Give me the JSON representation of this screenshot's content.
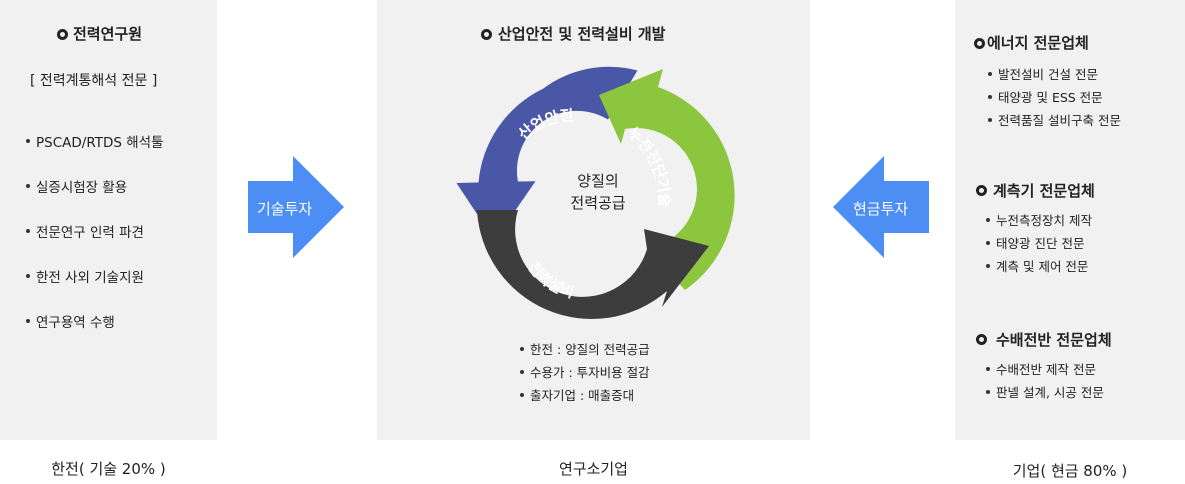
{
  "left": {
    "title": "전력연구원",
    "subtitle": "[ 전력계통해석 전문 ]",
    "items": [
      "PSCAD/RTDS 해석툴",
      "실증시험장 활용",
      "전문연구 인력 파견",
      "한전 사외 기술지원",
      "연구용역 수행"
    ],
    "footer": "한전( 기술 20% )"
  },
  "left_arrow": {
    "label": "기술투자",
    "color": "#4d8ef5"
  },
  "center": {
    "title": "산업안전 및 전력설비 개발",
    "cycle": {
      "center_line1": "양질의",
      "center_line2": "전력공급",
      "segments": [
        {
          "label": "산업안전",
          "color": "#4a56a6"
        },
        {
          "label": "누전진단기술",
          "color": "#8cc63f"
        },
        {
          "label": "전력설비",
          "color": "#3d3d3d"
        }
      ]
    },
    "items": [
      "한전 : 양질의 전력공급",
      "수용가 : 투자비용 절감",
      "출자기업 : 매출증대"
    ],
    "footer": "연구소기업"
  },
  "right_arrow": {
    "label": "현금투자",
    "color": "#4d8ef5"
  },
  "right": {
    "groups": [
      {
        "title": "에너지 전문업체",
        "items": [
          "발전설비 건설 전문",
          "태양광 및 ESS 전문",
          "전력품질 설비구축 전문"
        ]
      },
      {
        "title": "계측기 전문업체",
        "items": [
          "누전측정장치 제작",
          "태양광 진단 전문",
          "계측 및 제어 전문"
        ]
      },
      {
        "title": "수배전반 전문업체",
        "items": [
          "수배전반 제작 전문",
          "판넬 설계, 시공 전문"
        ]
      }
    ],
    "footer": "기업( 현금 80% )"
  }
}
